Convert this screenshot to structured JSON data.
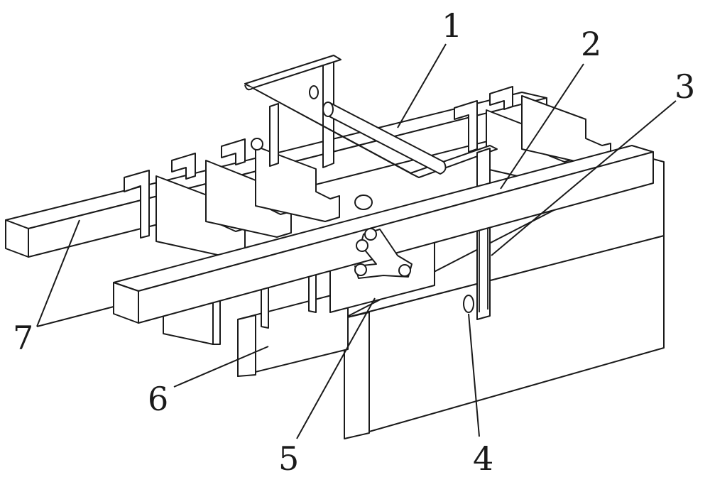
{
  "labels": [
    {
      "id": "1",
      "text": "1"
    },
    {
      "id": "2",
      "text": "2"
    },
    {
      "id": "3",
      "text": "3"
    },
    {
      "id": "4",
      "text": "4"
    },
    {
      "id": "5",
      "text": "5"
    },
    {
      "id": "6",
      "text": "6"
    },
    {
      "id": "7",
      "text": "7"
    }
  ],
  "colors": {
    "line": "#1a1a1a",
    "background": "#ffffff"
  }
}
